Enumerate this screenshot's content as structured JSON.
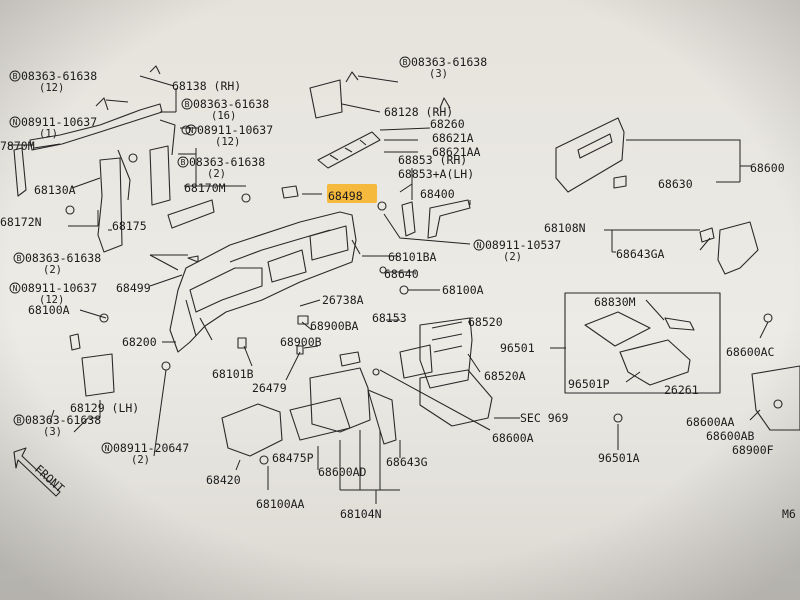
{
  "callouts": [
    {
      "prefix": "B",
      "text": "08363-61638",
      "qty": "(12)"
    },
    {
      "prefix": "N",
      "text": "08911-10637",
      "qty": "(1)"
    },
    {
      "prefix": "",
      "text": "7870M",
      "qty": ""
    },
    {
      "prefix": "",
      "text": "68138 (RH)",
      "qty": ""
    },
    {
      "prefix": "B",
      "text": "08363-61638",
      "qty": "(16)"
    },
    {
      "prefix": "N",
      "text": "08911-10637",
      "qty": "(12)"
    },
    {
      "prefix": "B",
      "text": "08363-61638",
      "qty": "(2)"
    },
    {
      "prefix": "",
      "text": "68130A",
      "qty": ""
    },
    {
      "prefix": "",
      "text": "68170M",
      "qty": ""
    },
    {
      "prefix": "",
      "text": "68172N",
      "qty": ""
    },
    {
      "prefix": "",
      "text": "68175",
      "qty": ""
    },
    {
      "prefix": "B",
      "text": "08363-61638",
      "qty": "(2)"
    },
    {
      "prefix": "N",
      "text": "08911-10637",
      "qty": "(12)"
    },
    {
      "prefix": "",
      "text": "68499",
      "qty": ""
    },
    {
      "prefix": "",
      "text": "68100A",
      "qty": ""
    },
    {
      "prefix": "",
      "text": "68200",
      "qty": ""
    },
    {
      "prefix": "",
      "text": "68129 (LH)",
      "qty": ""
    },
    {
      "prefix": "B",
      "text": "08363-61638",
      "qty": "(3)"
    },
    {
      "prefix": "N",
      "text": "08911-20647",
      "qty": "(2)"
    },
    {
      "prefix": "B",
      "text": "08363-61638",
      "qty": "(3)"
    },
    {
      "prefix": "",
      "text": "68128 (RH)",
      "qty": ""
    },
    {
      "prefix": "",
      "text": "68260",
      "qty": ""
    },
    {
      "prefix": "",
      "text": "68621A",
      "qty": ""
    },
    {
      "prefix": "",
      "text": "68621AA",
      "qty": ""
    },
    {
      "prefix": "",
      "text": "68853 (RH)",
      "qty": ""
    },
    {
      "prefix": "",
      "text": "68853+A(LH)",
      "qty": ""
    },
    {
      "prefix": "",
      "text": "68498",
      "qty": ""
    },
    {
      "prefix": "",
      "text": "68400",
      "qty": ""
    },
    {
      "prefix": "",
      "text": "68101BA",
      "qty": ""
    },
    {
      "prefix": "N",
      "text": "08911-10537",
      "qty": "(2)"
    },
    {
      "prefix": "",
      "text": "68640",
      "qty": ""
    },
    {
      "prefix": "",
      "text": "68100A",
      "qty": ""
    },
    {
      "prefix": "",
      "text": "26738A",
      "qty": ""
    },
    {
      "prefix": "",
      "text": "68900BA",
      "qty": ""
    },
    {
      "prefix": "",
      "text": "68900B",
      "qty": ""
    },
    {
      "prefix": "",
      "text": "68101B",
      "qty": ""
    },
    {
      "prefix": "",
      "text": "26479",
      "qty": ""
    },
    {
      "prefix": "",
      "text": "68153",
      "qty": ""
    },
    {
      "prefix": "",
      "text": "68520",
      "qty": ""
    },
    {
      "prefix": "",
      "text": "68520A",
      "qty": ""
    },
    {
      "prefix": "",
      "text": "SEC 969",
      "qty": ""
    },
    {
      "prefix": "",
      "text": "68600A",
      "qty": ""
    },
    {
      "prefix": "",
      "text": "68420",
      "qty": ""
    },
    {
      "prefix": "",
      "text": "68475P",
      "qty": ""
    },
    {
      "prefix": "",
      "text": "68600AD",
      "qty": ""
    },
    {
      "prefix": "",
      "text": "68643G",
      "qty": ""
    },
    {
      "prefix": "",
      "text": "68100AA",
      "qty": ""
    },
    {
      "prefix": "",
      "text": "68104N",
      "qty": ""
    },
    {
      "prefix": "",
      "text": "68600",
      "qty": ""
    },
    {
      "prefix": "",
      "text": "68630",
      "qty": ""
    },
    {
      "prefix": "",
      "text": "68108N",
      "qty": ""
    },
    {
      "prefix": "",
      "text": "68643GA",
      "qty": ""
    },
    {
      "prefix": "",
      "text": "68830M",
      "qty": ""
    },
    {
      "prefix": "",
      "text": "96501",
      "qty": ""
    },
    {
      "prefix": "",
      "text": "96501P",
      "qty": ""
    },
    {
      "prefix": "",
      "text": "26261",
      "qty": ""
    },
    {
      "prefix": "",
      "text": "68600AC",
      "qty": ""
    },
    {
      "prefix": "",
      "text": "96501A",
      "qty": ""
    },
    {
      "prefix": "",
      "text": "68600AA",
      "qty": ""
    },
    {
      "prefix": "",
      "text": "68600AB",
      "qty": ""
    },
    {
      "prefix": "",
      "text": "68900F",
      "qty": ""
    },
    {
      "prefix": "",
      "text": "M6",
      "qty": ""
    }
  ],
  "front_label": "FRONT",
  "highlight": {
    "part": "68498",
    "color": "#f5b93d"
  }
}
